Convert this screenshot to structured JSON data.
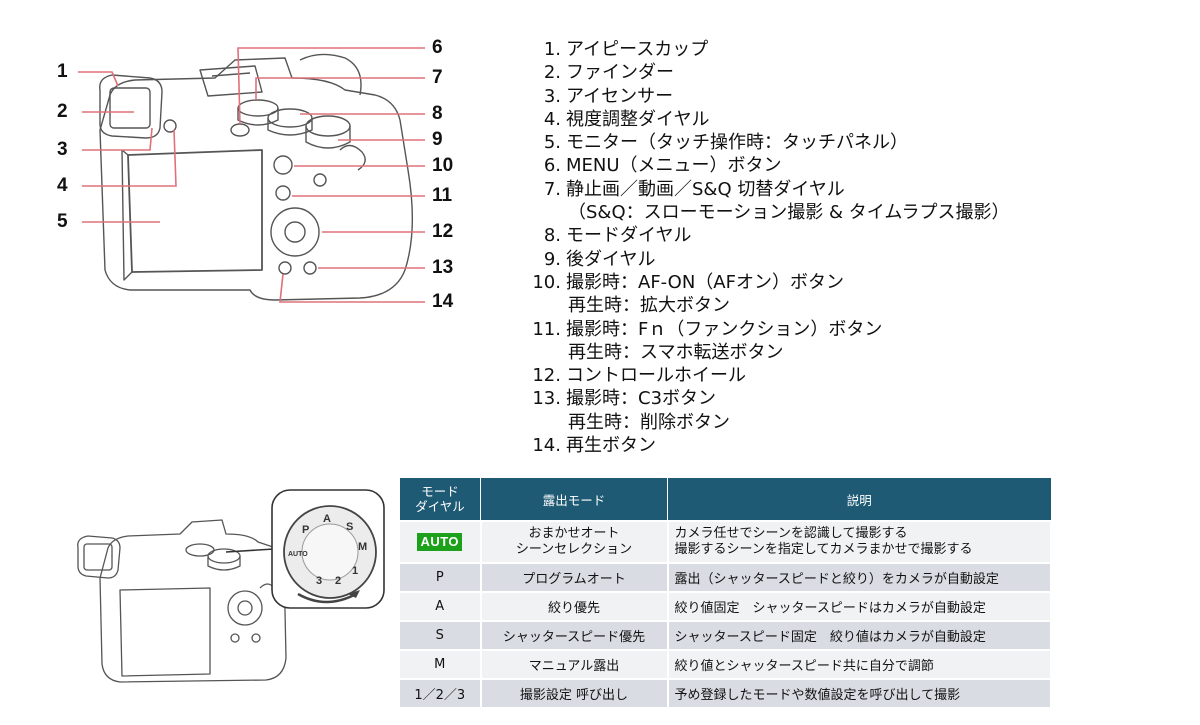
{
  "callouts": [
    "1",
    "2",
    "3",
    "4",
    "5",
    "6",
    "7",
    "8",
    "9",
    "10",
    "11",
    "12",
    "13",
    "14"
  ],
  "parts": [
    {
      "num": "1.",
      "text": "アイピースカップ"
    },
    {
      "num": "2.",
      "text": "ファインダー"
    },
    {
      "num": "3.",
      "text": "アイセンサー"
    },
    {
      "num": "4.",
      "text": "視度調整ダイヤル"
    },
    {
      "num": "5.",
      "text": "モニター（タッチ操作時：タッチパネル）"
    },
    {
      "num": "6.",
      "text": "MENU（メニュー）ボタン"
    },
    {
      "num": "7.",
      "text": "静止画／動画／S&Q 切替ダイヤル",
      "sub": "（S&Q：スローモーション撮影 & タイムラプス撮影）"
    },
    {
      "num": "8.",
      "text": "モードダイヤル"
    },
    {
      "num": "9.",
      "text": "後ダイヤル"
    },
    {
      "num": "10.",
      "text": "撮影時：AF-ON（AFオン）ボタン",
      "sub": "再生時：拡大ボタン"
    },
    {
      "num": "11.",
      "text": "撮影時：Fｎ（ファンクション）ボタン",
      "sub": "再生時：スマホ転送ボタン"
    },
    {
      "num": "12.",
      "text": "コントロールホイール"
    },
    {
      "num": "13.",
      "text": "撮影時：C3ボタン",
      "sub": "再生時：削除ボタン"
    },
    {
      "num": "14.",
      "text": "再生ボタン"
    }
  ],
  "dial_labels": [
    "AUTO",
    "P",
    "A",
    "S",
    "M",
    "1",
    "2",
    "3"
  ],
  "mode_table": {
    "headers": {
      "mode_line1": "モード",
      "mode_line2": "ダイヤル",
      "exposure": "露出モード",
      "description": "説明"
    },
    "rows": [
      {
        "mode": "AUTO",
        "exposure_l1": "おまかせオート",
        "exposure_l2": "シーンセレクション",
        "desc_l1": "カメラ任せでシーンを認識して撮影する",
        "desc_l2": "撮影するシーンを指定してカメラまかせで撮影する"
      },
      {
        "mode": "P",
        "exposure": "プログラムオート",
        "desc": "露出（シャッタースピードと絞り）をカメラが自動設定"
      },
      {
        "mode": "A",
        "exposure": "絞り優先",
        "desc": "絞り値固定　シャッタースピードはカメラが自動設定"
      },
      {
        "mode": "S",
        "exposure": "シャッタースピード優先",
        "desc": "シャッタースピード固定　絞り値はカメラが自動設定"
      },
      {
        "mode": "M",
        "exposure": "マニュアル露出",
        "desc": "絞り値とシャッタースピード共に自分で調節"
      },
      {
        "mode": "1／2／3",
        "exposure": "撮影設定 呼び出し",
        "desc": "予め登録したモードや数値設定を呼び出して撮影"
      }
    ]
  },
  "colors": {
    "table_header": "#1f5a75",
    "row_light": "#f1f2f4",
    "row_dark": "#d9dde3",
    "auto_badge": "#1ea11a"
  }
}
